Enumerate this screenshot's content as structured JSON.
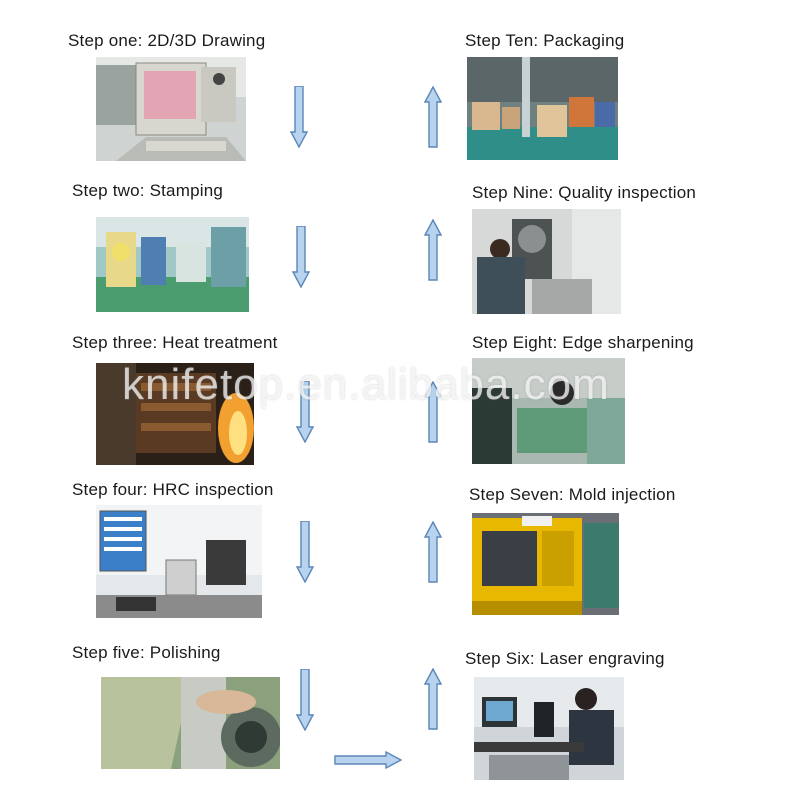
{
  "steps": {
    "s1": "Step one: 2D/3D Drawing",
    "s2": "Step two: Stamping",
    "s3": "Step three: Heat treatment",
    "s4": "Step four: HRC inspection",
    "s5": "Step five: Polishing",
    "s6": "Step Six: Laser engraving",
    "s7": "Step Seven: Mold injection",
    "s8": "Step Eight: Edge sharpening",
    "s9": "Step Nine: Quality inspection",
    "s10": "Step Ten: Packaging"
  },
  "watermark": "knifetop.en.alibaba.com",
  "colors": {
    "arrow_fill": "#b7d3ee",
    "arrow_stroke": "#5b86b8"
  },
  "icons": {
    "down": "arrow-down-icon",
    "up": "arrow-up-icon",
    "right": "arrow-right-icon"
  }
}
